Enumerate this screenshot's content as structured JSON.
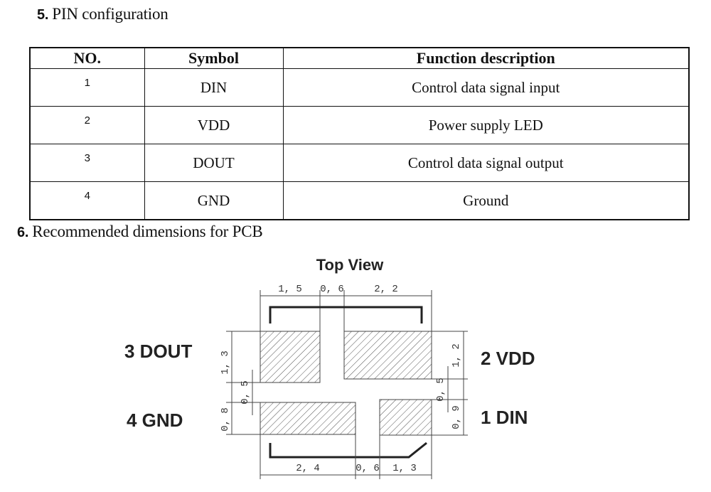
{
  "section5": {
    "number": "5.",
    "title": "PIN configuration"
  },
  "table": {
    "headers": [
      "NO.",
      "Symbol",
      "Function description"
    ],
    "rows": [
      {
        "no": "1",
        "symbol": "DIN",
        "function": "Control data signal input"
      },
      {
        "no": "2",
        "symbol": "VDD",
        "function": "Power supply LED"
      },
      {
        "no": "3",
        "symbol": "DOUT",
        "function": "Control data signal output"
      },
      {
        "no": "4",
        "symbol": "GND",
        "function": "Ground"
      }
    ]
  },
  "section6": {
    "number": "6.",
    "title": "Recommended dimensions for PCB"
  },
  "diagram": {
    "view_title": "Top View",
    "pin_labels": {
      "dout": "3 DOUT",
      "gnd": "4 GND",
      "vdd": "2 VDD",
      "din": "1 DIN"
    },
    "dims": {
      "top_left": "1, 5",
      "top_mid": "0, 6",
      "top_right": "2, 2",
      "left_upper": "1, 3",
      "left_gap": "0, 5",
      "left_lower": "0, 8",
      "right_upper": "1, 2",
      "right_gap": "0, 5",
      "right_lower": "0, 9",
      "bottom_left": "2, 4",
      "bottom_mid": "0, 6",
      "bottom_right": "1, 3"
    }
  }
}
